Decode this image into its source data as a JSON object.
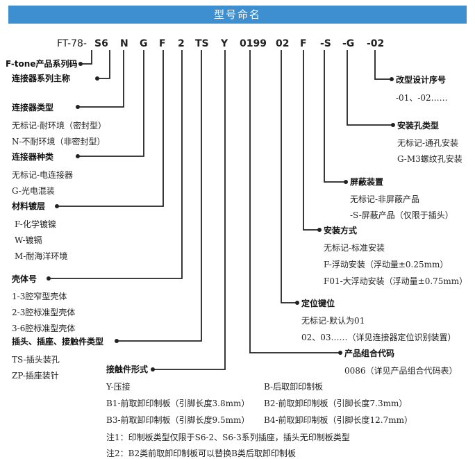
{
  "title": "型号命名",
  "code": {
    "prefix": "FT-78-",
    "parts": [
      "S6",
      "N",
      "G",
      "F",
      "2",
      "TS",
      "Y",
      "0199",
      "02",
      "F",
      "-S",
      "-G",
      "-02"
    ]
  },
  "left": {
    "brand": "F-tone产品系列码",
    "series": "连接器系列主称",
    "type": {
      "heading": "连接器类型",
      "items": [
        "无标记-耐环境（密封型）",
        "N-不耐环境（非密封型）"
      ]
    },
    "kind": {
      "heading": "连接器种类",
      "items": [
        "无标记-电连接器",
        "G-光电混装"
      ]
    },
    "plating": {
      "heading": "材料镀层",
      "items": [
        "F-化学镀镍",
        "W-镀镉",
        "M-耐海洋环境"
      ]
    },
    "shell": {
      "heading": "壳体号",
      "items": [
        "1-3腔窄型壳体",
        "2-3腔标准型壳体",
        "3-6腔标准型壳体"
      ]
    },
    "plug": {
      "heading": "插头、插座、接触件类型",
      "items": [
        "TS-插头装孔",
        "ZP-插座装针"
      ]
    }
  },
  "contact": {
    "heading": "接触件形式",
    "col1": [
      "Y-压接",
      "B1-前取卸印制板（引脚长度3.8mm）",
      "B3-前取卸印制板（引脚长度9.5mm）"
    ],
    "col2": [
      "B-后取卸印制板",
      "B2-前取卸印制板（引脚长度7.3mm）",
      "B4-前取卸印制板（引脚长度12.7mm）"
    ],
    "notes": [
      "注1：印制板类型仅限于S6-2、S6-3系列插座，插头无印制板类型",
      "注2：B2类前取卸印制板可以替换B类后取卸印制板"
    ]
  },
  "right": {
    "revision": {
      "heading": "改型设计序号",
      "items": [
        "-01、-02……"
      ]
    },
    "mounting_hole": {
      "heading": "安装孔类型",
      "items": [
        "无标记-通孔安装",
        "G-M3螺纹孔安装"
      ]
    },
    "shield": {
      "heading": "屏蔽装置",
      "items": [
        "无标记-非屏蔽产品",
        "-S-屏蔽产品（仅限于插头）"
      ]
    },
    "mounting": {
      "heading": "安装方式",
      "items": [
        "无标记-标准安装",
        "F-浮动安装（浮动量±0.25mm）",
        "F01-大浮动安装（浮动量±0.75mm）"
      ]
    },
    "keying": {
      "heading": "定位键位",
      "items": [
        "无标记-默认为01",
        "02、03……（详见连接器定位识别装置）"
      ]
    },
    "combo": {
      "heading": "产品组合代码",
      "items": [
        "0086（详见产品组合代码表）"
      ]
    }
  }
}
